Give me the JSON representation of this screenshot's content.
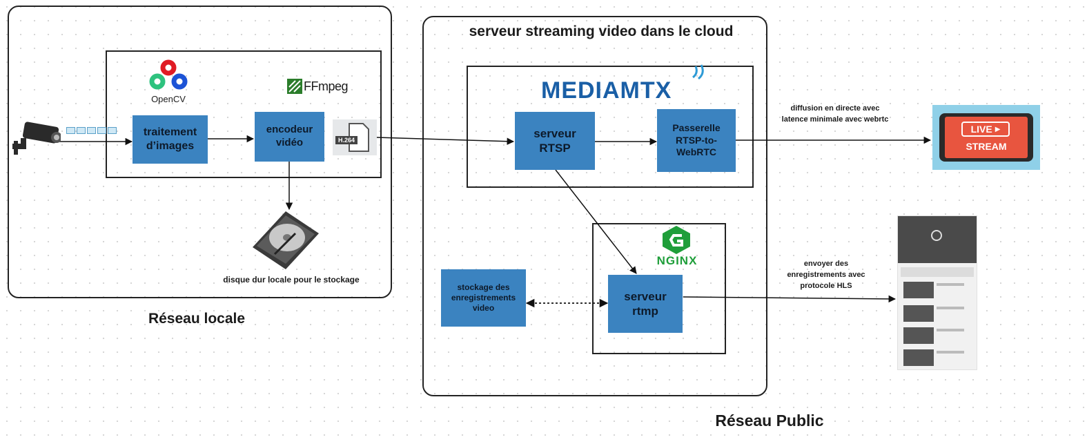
{
  "local_network": {
    "label": "Réseau locale",
    "opencv_logo_text": "OpenCV",
    "ffmpeg_logo_text": "FFmpeg",
    "h264_badge": "H.264",
    "box_image_processing": "traitement d’images",
    "box_video_encoder": "encodeur vidéo",
    "disk_caption": "disque dur locale pour le stockage"
  },
  "cloud_server": {
    "title": "serveur streaming video dans le cloud",
    "mediamtx_logo_text": "MEDIAMTX",
    "box_rtsp": "serveur RTSP",
    "box_gateway": "Passerelle RTSP-to-WebRTC",
    "nginx_logo_text": "NGINX",
    "box_rtmp": "serveur rtmp",
    "box_storage": "stockage des enregistrements video"
  },
  "public_network": {
    "label": "Réseau Public",
    "webrtc_note": "diffusion en directe avec latence minimale avec webrtc",
    "hls_note": "envoyer des enregistrements avec protocole HLS",
    "live_badge_top": "LIVE",
    "live_badge_bottom": "STREAM"
  }
}
